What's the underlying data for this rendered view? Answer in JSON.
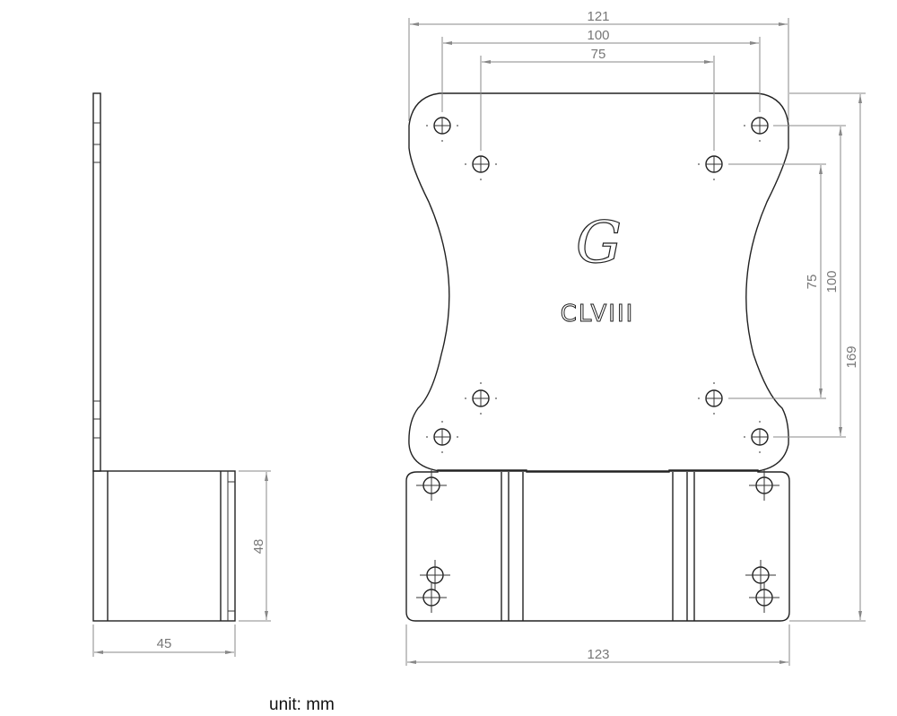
{
  "drawing": {
    "side_view": {
      "dims": {
        "height": "48",
        "width": "45"
      }
    },
    "front_view": {
      "logo_letter": "G",
      "engraving": "CLVIII",
      "dims": {
        "top_overall": "121",
        "top_hole_spacing_outer": "100",
        "top_hole_spacing_inner": "75",
        "vertical_inner": "75",
        "vertical_outer": "100",
        "vertical_overall": "169",
        "bottom_overall": "123"
      }
    },
    "unit_label": "unit: mm"
  }
}
